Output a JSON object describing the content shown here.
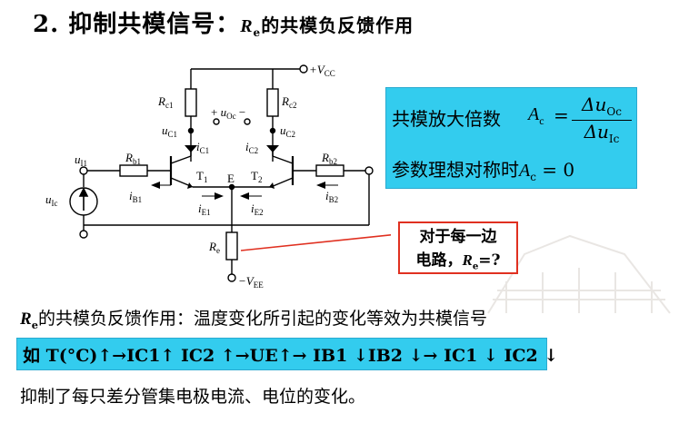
{
  "title": {
    "prefix": "2. 抑制共模信号：",
    "re": "R",
    "re_sub": "e",
    "suffix": "的共模负反馈作用"
  },
  "circuit": {
    "vcc": "+V",
    "vcc_sub": "CC",
    "vee": "−V",
    "vee_sub": "EE",
    "rc1": "R",
    "rc1_sub": "c1",
    "rc2": "R",
    "rc2_sub": "c2",
    "rb1": "R",
    "rb1_sub": "b1",
    "rb2": "R",
    "rb2_sub": "b2",
    "re": "R",
    "re_sub": "e",
    "uc1": "u",
    "uc1_sub": "C1",
    "uc2": "u",
    "uc2_sub": "C2",
    "uoc": "u",
    "uoc_sub": "Oc",
    "ic1": "i",
    "ic1_sub": "C1",
    "ic2": "i",
    "ic2_sub": "C2",
    "ib1": "i",
    "ib1_sub": "B1",
    "ib2": "i",
    "ib2_sub": "B2",
    "ie1": "i",
    "ie1_sub": "E1",
    "ie2": "i",
    "ie2_sub": "E2",
    "t1": "T",
    "t1_sub": "1",
    "t2": "T",
    "t2_sub": "2",
    "e_node": "E",
    "ui1": "u",
    "ui1_sub": "I1",
    "uic": "u",
    "uic_sub": "Ic"
  },
  "formula": {
    "label": "共模放大倍数",
    "ac": "A",
    "ac_sub": "c",
    "eq": "=",
    "num": "Δu",
    "num_sub": "Oc",
    "den": "Δu",
    "den_sub": "Ic",
    "line2_prefix": "参数理想对称时",
    "line2_ac": "A",
    "line2_ac_sub": "c",
    "line2_suffix": " = 0"
  },
  "callout": {
    "line1": "对于每一边",
    "line2_prefix": "电路，",
    "re": "R",
    "re_sub": "e",
    "line2_suffix": "=?"
  },
  "statement": {
    "re": "R",
    "re_sub": "e",
    "text": "的共模负反馈作用：温度变化所引起的变化等效为共模信号"
  },
  "chain": {
    "text": "如 T(°C)↑→IC1↑ IC2 ↑→UE↑→ IB1 ↓IB2 ↓→ IC1 ↓ IC2 ↓"
  },
  "conclusion": "抑制了每只差分管集电极电流、电位的变化。",
  "colors": {
    "box_bg": "#33ccee",
    "callout_border": "#e03020",
    "line_red": "#e03020"
  }
}
